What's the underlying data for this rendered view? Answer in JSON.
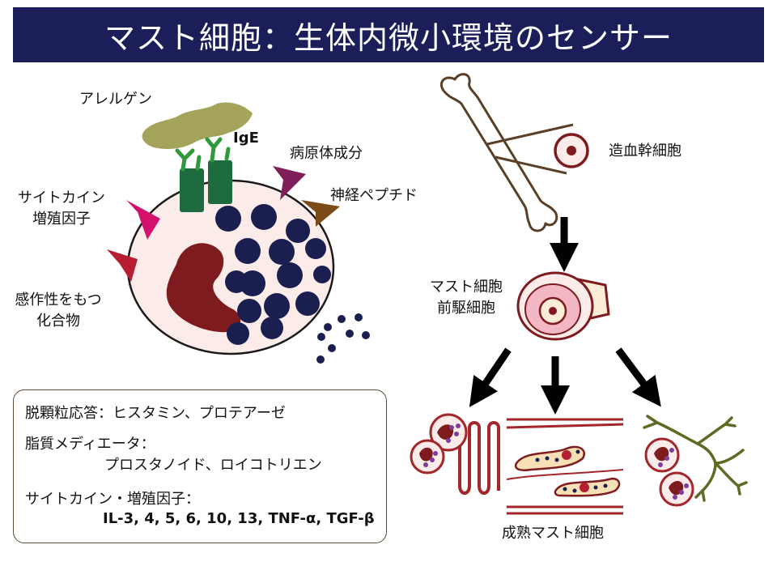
{
  "title": "マスト細胞：生体内微小環境のセンサー",
  "labels": {
    "allergen": "アレルゲン",
    "ige": "IgE",
    "pathogen": "病原体成分",
    "neuropeptide": "神経ペプチド",
    "cytokine_line1": "サイトカイン",
    "cytokine_line2": "増殖因子",
    "sensitizer_line1": "感作性をもつ",
    "sensitizer_line2": "化合物",
    "stem_cell": "造血幹細胞",
    "precursor_line1": "マスト細胞",
    "precursor_line2": "前駆細胞",
    "mature": "成熟マスト細胞"
  },
  "box": {
    "line1": "脱顆粒応答：ヒスタミン、プロテアーゼ",
    "line2": "脂質メディエータ：",
    "line3": "プロスタノイド、ロイコトリエン",
    "line4": "サイトカイン・増殖因子：",
    "line5": "IL-3, 4, 5, 6, 10, 13, TNF-α, TGF-β"
  },
  "colors": {
    "banner": "#1c1e5a",
    "cell_fill": "#fbecea",
    "nucleus": "#7d1b1e",
    "granule": "#1b1f4f",
    "allergen": "#a4a35a",
    "ige": "#1d6b3e",
    "cytokine": "#d4126d",
    "sensitizer": "#b81e33",
    "pathogen": "#7e1f5a",
    "neuropeptide": "#7a4a17",
    "bone": "#5a4028",
    "nerve": "#5f6a25"
  }
}
